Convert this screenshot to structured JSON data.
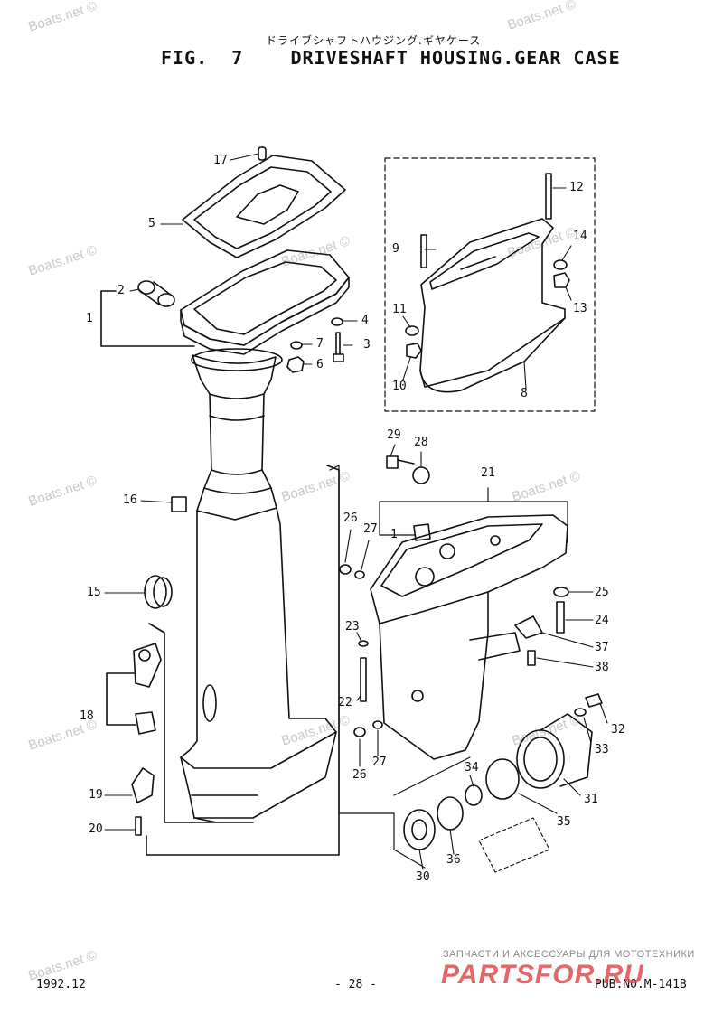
{
  "header": {
    "japanese_title": "ドライブシャフトハウジング.ギヤケース",
    "figure": "FIG.  7",
    "title": "DRIVESHAFT HOUSING.GEAR CASE"
  },
  "watermark": "Boats.net ©",
  "part_numbers": [
    "17",
    "5",
    "2",
    "1",
    "4",
    "7",
    "3",
    "6",
    "16",
    "15",
    "18",
    "19",
    "20",
    "12",
    "9",
    "14",
    "13",
    "11",
    "10",
    "8",
    "29",
    "28",
    "21",
    "26",
    "27",
    "1",
    "25",
    "24",
    "37",
    "38",
    "23",
    "22",
    "26",
    "27",
    "32",
    "33",
    "31",
    "34",
    "35",
    "30",
    "36"
  ],
  "footer": {
    "date": "1992.12",
    "page": "- 28 -",
    "pub": "PUB.NO.M-141B",
    "russian_banner": "ЗАПЧАСТИ И АКСЕССУАРЫ ДЛЯ МОТОТЕХНИКИ",
    "logo": "PARTSFOR.RU"
  }
}
